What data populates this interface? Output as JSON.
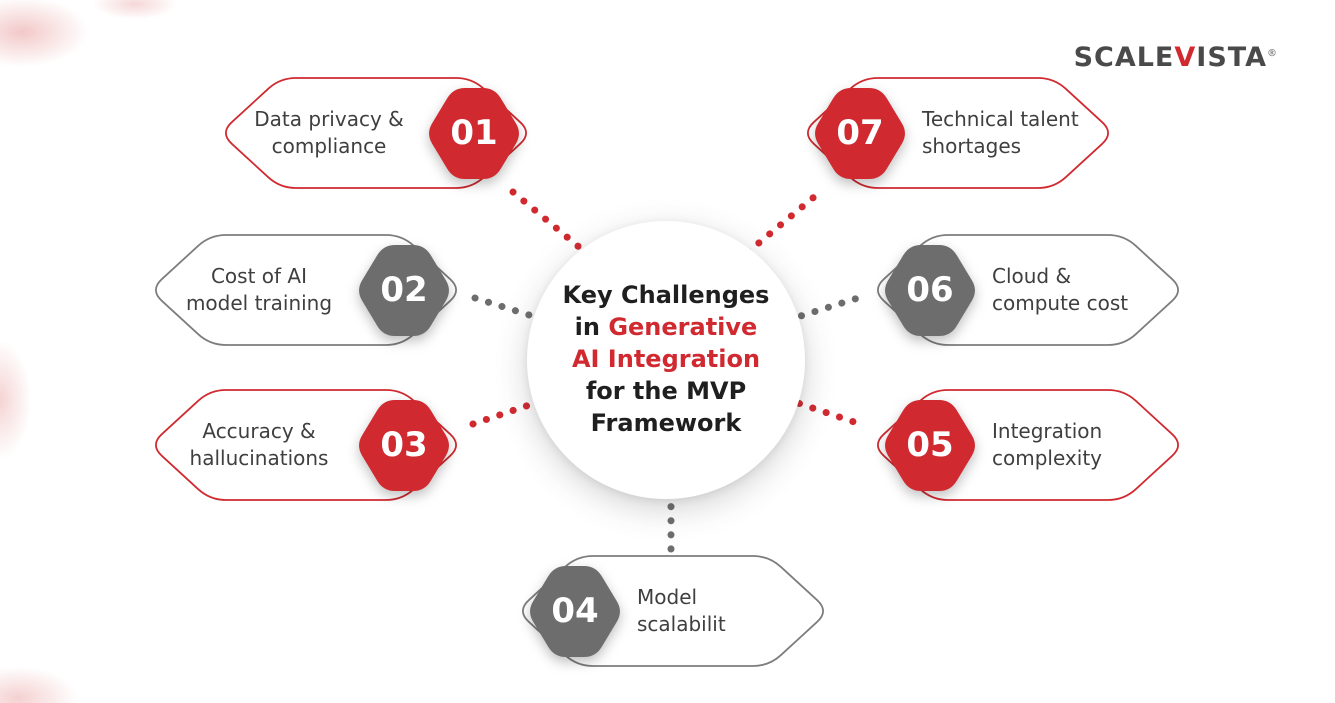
{
  "brand": {
    "name_part1": "SCALE",
    "name_v": "V",
    "name_part2": "ISTA",
    "registered": "®"
  },
  "center": {
    "title_part1": "Key Challenges in",
    "title_highlight": "Generative AI Integration",
    "title_part2": "for the MVP Framework"
  },
  "colors": {
    "red": "#d02a30",
    "gray": "#6d6d6d",
    "label_text": "#3f3f3f",
    "title_text": "#1f1f1f",
    "background": "#ffffff"
  },
  "items": [
    {
      "number": "01",
      "label": "Data privacy & compliance",
      "color": "red",
      "position": "top-left"
    },
    {
      "number": "02",
      "label": "Cost of AI model training",
      "color": "gray",
      "position": "middle-left"
    },
    {
      "number": "03",
      "label": "Accuracy & hallucinations",
      "color": "red",
      "position": "bottom-left"
    },
    {
      "number": "04",
      "label": "Model scalabilit",
      "color": "gray",
      "position": "bottom-center"
    },
    {
      "number": "05",
      "label": "Integration complexity",
      "color": "red",
      "position": "bottom-right"
    },
    {
      "number": "06",
      "label": "Cloud & compute cost",
      "color": "gray",
      "position": "middle-right"
    },
    {
      "number": "07",
      "label": "Technical talent shortages",
      "color": "red",
      "position": "top-right"
    }
  ]
}
